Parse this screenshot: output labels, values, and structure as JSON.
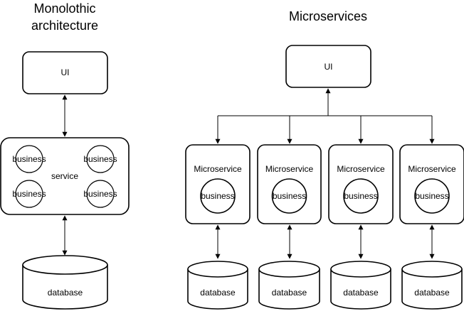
{
  "monolith": {
    "title_line1": "Monolothic",
    "title_line2": "architecture",
    "ui_label": "UI",
    "service_label": "service",
    "business_labels": [
      "business",
      "business",
      "business",
      "business"
    ],
    "database_label": "database"
  },
  "micro": {
    "title": "Microservices",
    "ui_label": "UI",
    "services": [
      {
        "label": "Microservice",
        "business": "business",
        "database": "database"
      },
      {
        "label": "Microservice",
        "business": "business",
        "database": "database"
      },
      {
        "label": "Microservice",
        "business": "business",
        "database": "database"
      },
      {
        "label": "Microservice",
        "business": "business",
        "database": "database"
      }
    ]
  }
}
